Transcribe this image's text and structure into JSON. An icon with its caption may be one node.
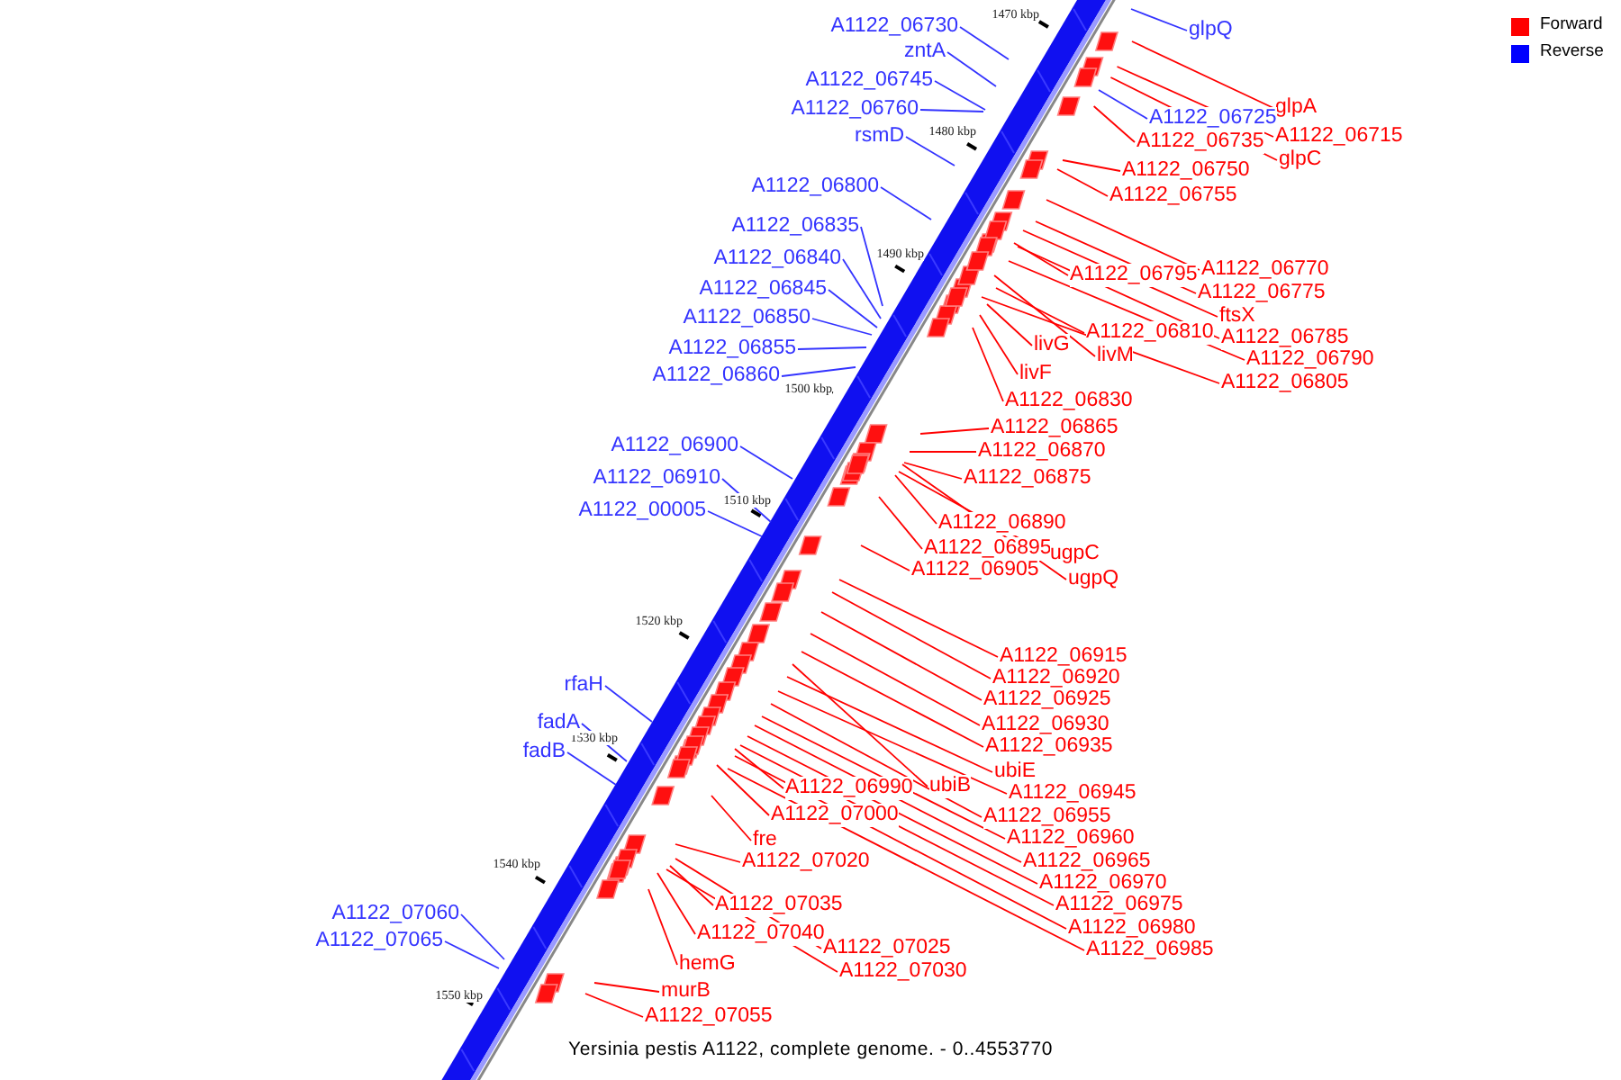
{
  "diagram": {
    "caption": "Yersinia pestis A1122, complete genome. - 0..4553770",
    "nodes": [
      {
        "text": [
          "A1122_06730"
        ]
      },
      {
        "text": [
          "glpQ"
        ]
      },
      {
        "text": [
          "zntA"
        ]
      },
      {
        "text": [
          "A1122_06745"
        ]
      },
      {
        "text": [
          "glpA"
        ]
      },
      {
        "text": [
          "A1122_06725"
        ]
      },
      {
        "text": [
          "A1122_06760"
        ]
      },
      {
        "text": [
          "A1122_06715"
        ]
      },
      {
        "text": [
          "rsmD"
        ]
      },
      {
        "text": [
          "A1122_06735"
        ]
      },
      {
        "text": [
          "glpC"
        ]
      },
      {
        "text": [
          "A1122_06750"
        ]
      },
      {
        "text": [
          "A1122_06800"
        ]
      },
      {
        "text": [
          "A1122_06755"
        ]
      },
      {
        "text": [
          "A1122_06835"
        ]
      },
      {
        "text": [
          "A1122_06840"
        ]
      },
      {
        "text": [
          "A1122_06770"
        ]
      },
      {
        "text": [
          "A1122_06795"
        ]
      },
      {
        "text": [
          "A1122_06845"
        ]
      },
      {
        "text": [
          "A1122_06775"
        ]
      },
      {
        "text": [
          "ftsX"
        ]
      },
      {
        "text": [
          "A1122_06850"
        ]
      },
      {
        "text": [
          "A1122_06810"
        ]
      },
      {
        "text": [
          "A1122_06785"
        ]
      },
      {
        "text": [
          "livG"
        ]
      },
      {
        "text": [
          "A1122_06855"
        ]
      },
      {
        "text": [
          "livM"
        ]
      },
      {
        "text": [
          "A1122_06790"
        ]
      },
      {
        "text": [
          "livF"
        ]
      },
      {
        "text": [
          "A1122_06860"
        ]
      },
      {
        "text": [
          "A1122_06805"
        ]
      },
      {
        "text": [
          "A1122_06830"
        ]
      },
      {
        "text": [
          "A1122_06865"
        ]
      },
      {
        "text": [
          "A1122_06900"
        ]
      },
      {
        "text": [
          "A1122_06870"
        ]
      },
      {
        "text": [
          "A1122_06910"
        ]
      },
      {
        "text": [
          "A1122_06875"
        ]
      },
      {
        "text": [
          "A1122_00005"
        ]
      },
      {
        "text": [
          "A1122_06890"
        ]
      },
      {
        "text": [
          "A1122_06895"
        ]
      },
      {
        "text": [
          "ugpC"
        ]
      },
      {
        "text": [
          "A1122_06905"
        ]
      },
      {
        "text": [
          "ugpQ"
        ]
      },
      {
        "text": [
          "A1122_06915"
        ]
      },
      {
        "text": [
          "A1122_06920"
        ]
      },
      {
        "text": [
          "rfaH"
        ]
      },
      {
        "text": [
          "A1122_06925"
        ]
      },
      {
        "text": [
          "fadA"
        ]
      },
      {
        "text": [
          "A1122_06930"
        ]
      },
      {
        "text": [
          "A1122_06935"
        ]
      },
      {
        "text": [
          "fadB"
        ]
      },
      {
        "text": [
          "ubiB"
        ]
      },
      {
        "text": [
          "ubiE"
        ]
      },
      {
        "text": [
          "A1122_06990"
        ]
      },
      {
        "text": [
          "A1122_06945"
        ]
      },
      {
        "text": [
          "A1122_07000"
        ]
      },
      {
        "text": [
          "A1122_06955"
        ]
      },
      {
        "text": [
          "A1122_06960"
        ]
      },
      {
        "text": [
          "fre"
        ]
      },
      {
        "text": [
          "A1122_07020"
        ]
      },
      {
        "text": [
          "A1122_06965"
        ]
      },
      {
        "text": [
          "A1122_06970"
        ]
      },
      {
        "text": [
          "A1122_07035"
        ]
      },
      {
        "text": [
          "A1122_06975"
        ]
      },
      {
        "text": [
          "A1122_07060"
        ]
      },
      {
        "text": [
          "A1122_06980"
        ]
      },
      {
        "text": [
          "A1122_07040"
        ]
      },
      {
        "text": [
          "A1122_07065"
        ]
      },
      {
        "text": [
          "A1122_07025"
        ]
      },
      {
        "text": [
          "A1122_06985"
        ]
      },
      {
        "text": [
          "hemG"
        ]
      },
      {
        "text": [
          "A1122_07030"
        ]
      },
      {
        "text": [
          "murB"
        ]
      },
      {
        "text": [
          "A1122_07055"
        ]
      }
    ],
    "edges": [
      {
        "from": 0,
        "to": null,
        "arrow": "none",
        "color": "#3333ff"
      },
      {
        "from": 1,
        "to": null,
        "arrow": "none",
        "color": "#3333ff"
      },
      {
        "from": 2,
        "to": null,
        "arrow": "none",
        "color": "#3333ff"
      },
      {
        "from": 3,
        "to": null,
        "arrow": "none",
        "color": "#3333ff"
      },
      {
        "from": 4,
        "to": null,
        "arrow": "none"
      },
      {
        "from": 5,
        "to": null,
        "arrow": "none",
        "color": "#3333ff"
      },
      {
        "from": 6,
        "to": null,
        "arrow": "none",
        "color": "#3333ff"
      },
      {
        "from": 7,
        "to": null,
        "arrow": "none"
      },
      {
        "from": 8,
        "to": null,
        "arrow": "none",
        "color": "#3333ff"
      },
      {
        "from": 9,
        "to": null,
        "arrow": "none"
      },
      {
        "from": 10,
        "to": null,
        "arrow": "none"
      },
      {
        "from": 11,
        "to": null,
        "arrow": "none"
      },
      {
        "from": 12,
        "to": null,
        "arrow": "none",
        "color": "#3333ff"
      },
      {
        "from": 13,
        "to": null,
        "arrow": "none"
      },
      {
        "from": 14,
        "to": null,
        "arrow": "none",
        "color": "#3333ff"
      },
      {
        "from": 15,
        "to": null,
        "arrow": "none",
        "color": "#3333ff"
      },
      {
        "from": 16,
        "to": null,
        "arrow": "none"
      },
      {
        "from": 17,
        "to": null,
        "arrow": "none"
      },
      {
        "from": 18,
        "to": null,
        "arrow": "none",
        "color": "#3333ff"
      },
      {
        "from": 19,
        "to": null,
        "arrow": "none"
      },
      {
        "from": 20,
        "to": null,
        "arrow": "none"
      },
      {
        "from": 21,
        "to": null,
        "arrow": "none",
        "color": "#3333ff"
      },
      {
        "from": 22,
        "to": null,
        "arrow": "none"
      },
      {
        "from": 23,
        "to": null,
        "arrow": "none"
      },
      {
        "from": 24,
        "to": null,
        "arrow": "none"
      },
      {
        "from": 25,
        "to": null,
        "arrow": "none",
        "color": "#3333ff"
      },
      {
        "from": 26,
        "to": null,
        "arrow": "none"
      },
      {
        "from": 27,
        "to": null,
        "arrow": "none"
      },
      {
        "from": 28,
        "to": null,
        "arrow": "none"
      },
      {
        "from": 29,
        "to": null,
        "arrow": "none",
        "color": "#3333ff"
      },
      {
        "from": 30,
        "to": null,
        "arrow": "none"
      },
      {
        "from": 31,
        "to": null,
        "arrow": "none"
      },
      {
        "from": 32,
        "to": null,
        "arrow": "none"
      },
      {
        "from": 33,
        "to": null,
        "arrow": "none",
        "color": "#3333ff"
      },
      {
        "from": 34,
        "to": null,
        "arrow": "none"
      },
      {
        "from": 35,
        "to": null,
        "arrow": "none",
        "color": "#3333ff"
      },
      {
        "from": 36,
        "to": null,
        "arrow": "none"
      },
      {
        "from": 37,
        "to": null,
        "arrow": "none",
        "color": "#3333ff"
      },
      {
        "from": 38,
        "to": null,
        "arrow": "none"
      },
      {
        "from": 39,
        "to": null,
        "arrow": "none"
      },
      {
        "from": 40,
        "to": null,
        "arrow": "none"
      },
      {
        "from": 41,
        "to": null,
        "arrow": "none"
      },
      {
        "from": 42,
        "to": null,
        "arrow": "none"
      },
      {
        "from": 43,
        "to": null,
        "arrow": "none"
      },
      {
        "from": 44,
        "to": null,
        "arrow": "none"
      },
      {
        "from": 45,
        "to": null,
        "arrow": "none",
        "color": "#3333ff"
      },
      {
        "from": 46,
        "to": null,
        "arrow": "none"
      },
      {
        "from": 47,
        "to": null,
        "arrow": "none",
        "color": "#3333ff"
      },
      {
        "from": 48,
        "to": null,
        "arrow": "none"
      },
      {
        "from": 49,
        "to": null,
        "arrow": "none"
      },
      {
        "from": 50,
        "to": null,
        "arrow": "none",
        "color": "#3333ff"
      },
      {
        "from": 51,
        "to": null,
        "arrow": "none"
      },
      {
        "from": 52,
        "to": null,
        "arrow": "none"
      },
      {
        "from": 53,
        "to": null,
        "arrow": "none"
      },
      {
        "from": 54,
        "to": null,
        "arrow": "none"
      },
      {
        "from": 55,
        "to": null,
        "arrow": "none"
      },
      {
        "from": 56,
        "to": null,
        "arrow": "none"
      },
      {
        "from": 57,
        "to": null,
        "arrow": "none"
      },
      {
        "from": 58,
        "to": null,
        "arrow": "none"
      },
      {
        "from": 59,
        "to": null,
        "arrow": "none"
      },
      {
        "from": 60,
        "to": null,
        "arrow": "none"
      },
      {
        "from": 61,
        "to": null,
        "arrow": "none"
      },
      {
        "from": 62,
        "to": null,
        "arrow": "none"
      },
      {
        "from": 63,
        "to": null,
        "arrow": "none"
      },
      {
        "from": 64,
        "to": null,
        "arrow": "none",
        "color": "#3333ff"
      },
      {
        "from": 65,
        "to": null,
        "arrow": "none"
      },
      {
        "from": 66,
        "to": null,
        "arrow": "none"
      },
      {
        "from": 67,
        "to": null,
        "arrow": "none",
        "color": "#3333ff"
      },
      {
        "from": 68,
        "to": null,
        "arrow": "none"
      },
      {
        "from": 69,
        "to": null,
        "arrow": "none"
      },
      {
        "from": 70,
        "to": null,
        "arrow": "none"
      },
      {
        "from": 71,
        "to": null,
        "arrow": "none"
      },
      {
        "from": 72,
        "to": null,
        "arrow": "none"
      },
      {
        "from": 73,
        "to": null,
        "arrow": "none"
      }
    ],
    "labels": [
      "1470 kbp",
      "1480 kbp",
      "1490 kbp",
      "1500 kbp",
      "1510 kbp",
      "1520 kbp",
      "1530 kbp",
      "1540 kbp",
      "1550 kbp"
    ],
    "legend": [
      {
        "text": "Forward",
        "color": "#ff0000"
      },
      {
        "text": "Reverse",
        "color": "#0000ff"
      }
    ]
  }
}
